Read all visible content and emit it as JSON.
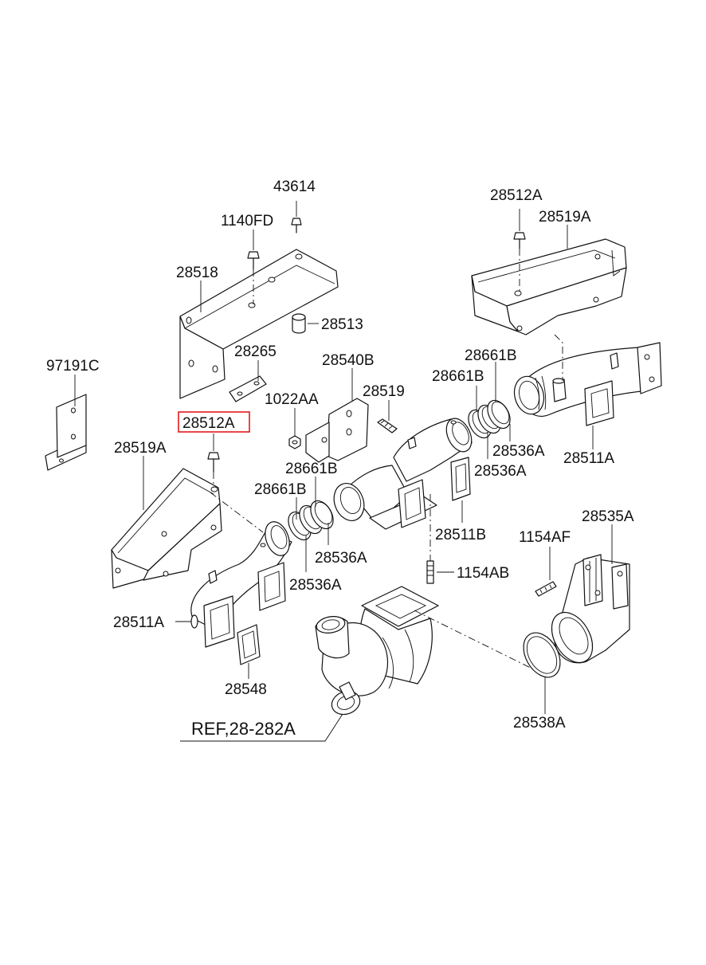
{
  "labels": {
    "p43614": "43614",
    "p1140fd": "1140FD",
    "p28518": "28518",
    "p28513": "28513",
    "p28265": "28265",
    "p97191c": "97191C",
    "p28540b": "28540B",
    "p1022aa": "1022AA",
    "p28519": "28519",
    "p28512a_top": "28512A",
    "p28519a_top": "28519A",
    "p28661b_r1": "28661B",
    "p28661b_r2": "28661B",
    "p28536a_r1": "28536A",
    "p28536a_r2": "28536A",
    "p28511a_right": "28511A",
    "p28511b": "28511B",
    "p28512a_left": "28512A",
    "p28519a_left": "28519A",
    "p28661b_l1": "28661B",
    "p28661b_l2": "28661B",
    "p28536a_l1": "28536A",
    "p28536a_l2": "28536A",
    "p28511a_left": "28511A",
    "p28548": "28548",
    "p1154af": "1154AF",
    "p1154ab": "1154AB",
    "p28535a": "28535A",
    "p28538a": "28538A",
    "ref": "REF,28-282A"
  },
  "highlight_color": "#e01b1b"
}
